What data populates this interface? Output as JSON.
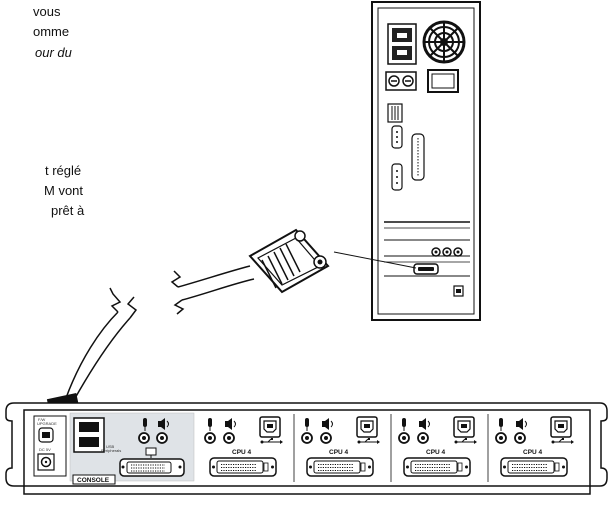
{
  "text_fragments": [
    {
      "text": "vous",
      "style": "normal"
    },
    {
      "text": "omme",
      "style": "normal"
    },
    {
      "text": "our du",
      "style": "italic"
    },
    {
      "text": "t réglé",
      "style": "normal"
    },
    {
      "text": "M vont",
      "style": "normal"
    },
    {
      "text": "prêt à",
      "style": "normal"
    }
  ],
  "kvm_switch": {
    "firmware_label_line1": "F/W",
    "firmware_label_line2": "UPGRADE",
    "power_label": "DC 5V",
    "usb_peripherals_label_line1": "USB",
    "usb_peripherals_label_line2": "Peripherals",
    "console_label": "CONSOLE",
    "cpu_ports": [
      {
        "label": "CPU 4"
      },
      {
        "label": "CPU 4"
      },
      {
        "label": "CPU 4"
      },
      {
        "label": "CPU 4"
      }
    ]
  },
  "icons": [
    "power-socket-icon",
    "fan-icon",
    "usb-icon",
    "monitor-icon",
    "microphone-icon",
    "speaker-icon"
  ]
}
